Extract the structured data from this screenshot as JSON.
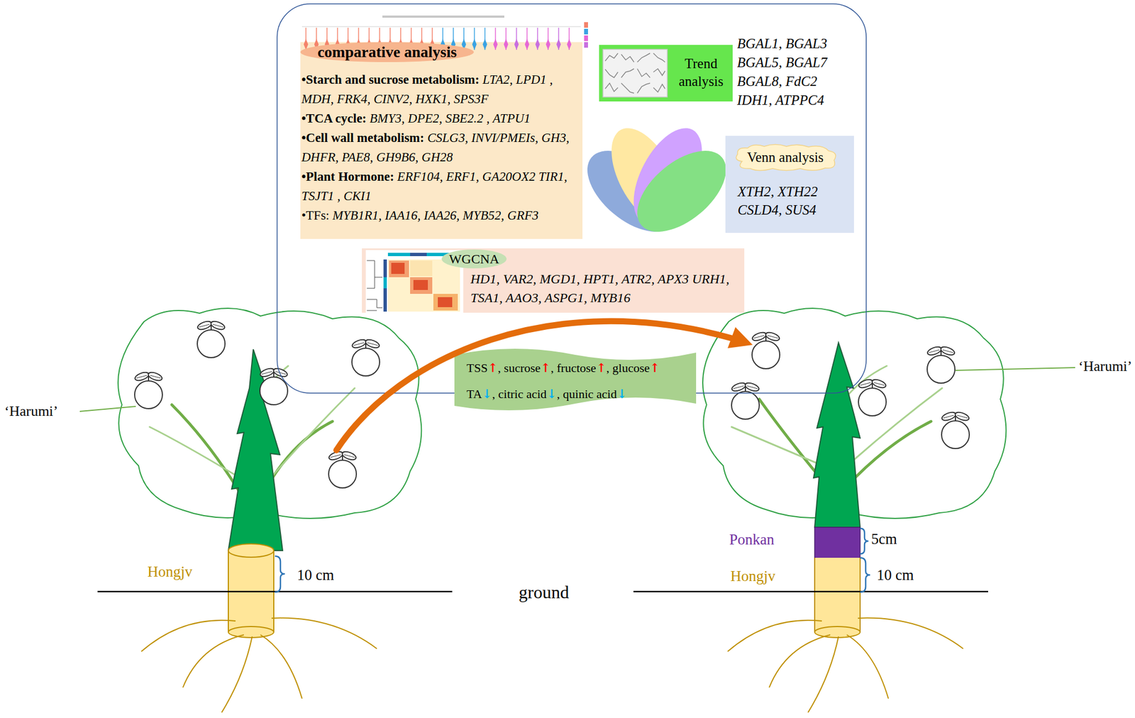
{
  "diagram": {
    "nodes": [
      {
        "text": [
          "•Starch and sucrose metabolism: LTA2, LPD1 , MDH, FRK4, CINV2, HXK1, SPS3F",
          "•TCA cycle: BMY3, DPE2, SBE2.2 , ATPU1",
          "•Cell wall metabolism: CSLG3, INVI/PMEIs, GH3, DHFR, PAE8, GH9B6, GH28",
          "•Plant Hormone: ERF104, ERF1, GA20OX2 TIR1, TSJT1 , CKI1",
          "•TFs: MYB1R1, IAA16, IAA26, MYB52, GRF3"
        ]
      },
      {
        "text": [
          "comparative analysis"
        ],
        "in": 0
      },
      {
        "text": [
          "Trend analysis"
        ]
      },
      {
        "text": [
          "XTH2, XTH22 CSLD4, SUS4"
        ]
      },
      {
        "text": [
          "Venn analysis"
        ],
        "in": 3
      },
      {
        "text": [
          "HD1, VAR2, MGD1, HPT1, ATR2, APX3 URH1, TSA1, AAO3, ASPG1, MYB16"
        ]
      },
      {
        "text": [
          "WGCNA"
        ],
        "in": 5
      },
      {
        "text": [
          "TSS↑, sucrose↑, fructose↑, glucose↑",
          "TA↓, citric acid↓, quinic acid↓"
        ]
      }
    ],
    "labels": [
      "BGAL1, BGAL3 BGAL5, BGAL7 BGAL8, FdC2 IDH1, ATPPC4",
      "‘Harumi’",
      "Hongjv",
      "10 cm",
      "ground",
      "Ponkan",
      "5cm",
      "Hongjv",
      "10 cm",
      "‘Harumi’"
    ]
  }
}
